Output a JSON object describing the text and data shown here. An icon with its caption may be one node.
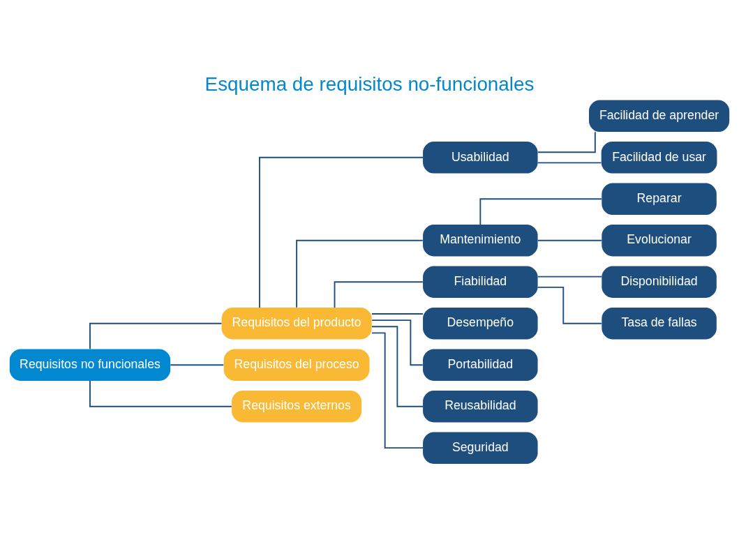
{
  "diagram": {
    "title": "Esquema de requisitos no-funcionales",
    "nodes": [
      {
        "text": [
          "Requisitos no funcionales"
        ]
      },
      {
        "text": [
          "Requisitos del producto"
        ]
      },
      {
        "text": [
          "Requisitos del proceso"
        ]
      },
      {
        "text": [
          "Requisitos externos"
        ]
      },
      {
        "text": [
          "Usabilidad"
        ]
      },
      {
        "text": [
          "Facilidad de aprender"
        ]
      },
      {
        "text": [
          "Facilidad de usar"
        ]
      },
      {
        "text": [
          "Mantenimiento"
        ]
      },
      {
        "text": [
          "Reparar"
        ]
      },
      {
        "text": [
          "Evolucionar"
        ]
      },
      {
        "text": [
          "Fiabilidad"
        ]
      },
      {
        "text": [
          "Disponibilidad"
        ]
      },
      {
        "text": [
          "Tasa de fallas"
        ]
      },
      {
        "text": [
          "Desempeño"
        ]
      },
      {
        "text": [
          "Portabilidad"
        ]
      },
      {
        "text": [
          "Reusabilidad"
        ]
      },
      {
        "text": [
          "Seguridad"
        ]
      }
    ],
    "edges": [
      {
        "from": 0,
        "to": 1,
        "arrow": "none"
      },
      {
        "from": 0,
        "to": 2,
        "arrow": "none"
      },
      {
        "from": 0,
        "to": 3,
        "arrow": "none"
      },
      {
        "from": 1,
        "to": 4,
        "arrow": "none"
      },
      {
        "from": 1,
        "to": 7,
        "arrow": "none"
      },
      {
        "from": 1,
        "to": 10,
        "arrow": "none"
      },
      {
        "from": 1,
        "to": 13,
        "arrow": "none"
      },
      {
        "from": 1,
        "to": 14,
        "arrow": "none"
      },
      {
        "from": 1,
        "to": 15,
        "arrow": "none"
      },
      {
        "from": 1,
        "to": 16,
        "arrow": "none"
      },
      {
        "from": 4,
        "to": 5,
        "arrow": "none"
      },
      {
        "from": 4,
        "to": 6,
        "arrow": "none"
      },
      {
        "from": 7,
        "to": 8,
        "arrow": "none"
      },
      {
        "from": 7,
        "to": 9,
        "arrow": "none"
      },
      {
        "from": 10,
        "to": 11,
        "arrow": "none"
      },
      {
        "from": 10,
        "to": 12,
        "arrow": "none"
      }
    ]
  }
}
